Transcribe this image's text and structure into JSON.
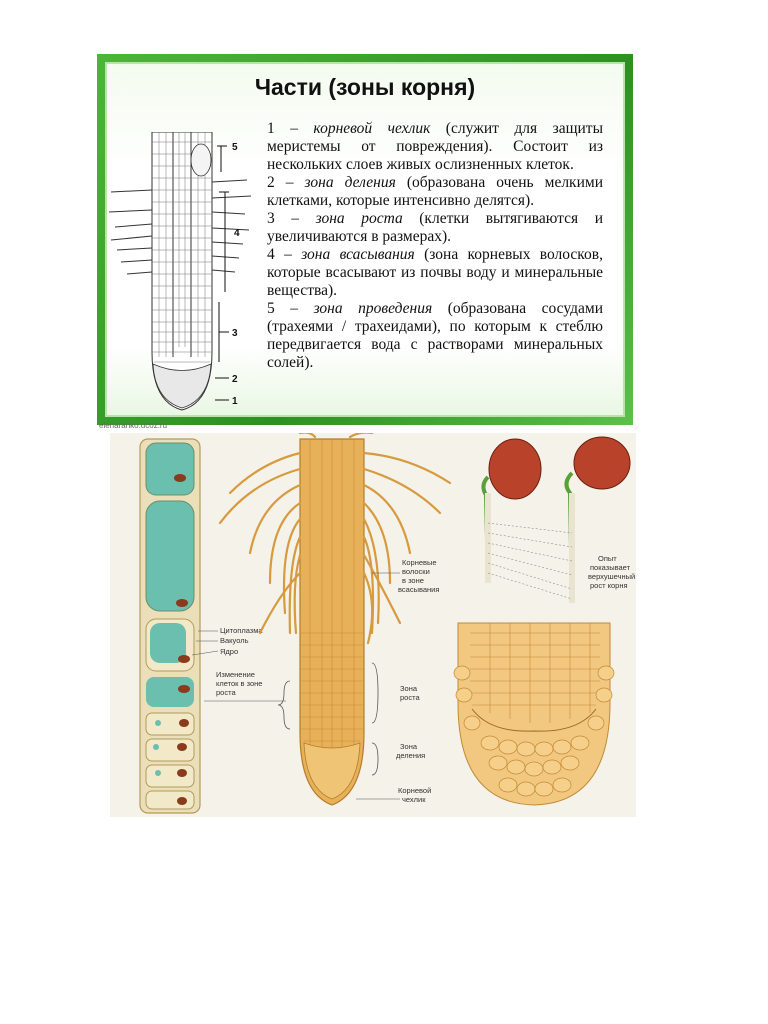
{
  "slide": {
    "title": "Части (зоны корня)",
    "diagram_numbers": [
      "5",
      "4",
      "3",
      "2",
      "1"
    ],
    "items": [
      {
        "num": "1 – ",
        "term": "корневой чехлик",
        "desc": " (служит для защиты меристемы от повреждения). Состоит из нескольких слоев живых ослизненных клеток."
      },
      {
        "num": "2 – ",
        "term": "зона деления",
        "desc": " (образована очень мелкими клетками, которые интенсивно делятся)."
      },
      {
        "num": "3 – ",
        "term": "зона роста",
        "desc": " (клетки вытягиваются и увеличиваются в размерах)."
      },
      {
        "num": "4 – ",
        "term": "зона всасывания",
        "desc": " (зона корневых волосков, которые всасывают из почвы воду и минеральные вещества)."
      },
      {
        "num": "5 – ",
        "term": "зона проведения",
        "desc": " (образована сосудами (трахеями / трахеидами), по которым к стеблю передвигается вода с растворами минеральных солей)."
      }
    ],
    "watermark": "elenaranko.ucoz.ru"
  },
  "figure2": {
    "labels": {
      "cytoplasm": "Цитоплазма",
      "vacuole": "Вакуоль",
      "nucleus": "Ядро",
      "growth_change_1": "Изменение",
      "growth_change_2": "клеток в зоне",
      "growth_change_3": "роста",
      "hairs_1": "Корневые",
      "hairs_2": "волоски",
      "hairs_3": "в зоне",
      "hairs_4": "всасывания",
      "growth_zone_1": "Зона",
      "growth_zone_2": "роста",
      "division_zone_1": "Зона",
      "division_zone_2": "деления",
      "cap_1": "Корневой",
      "cap_2": "чехлик",
      "experiment_1": "Опыт",
      "experiment_2": "показывает",
      "experiment_3": "верхушечный",
      "experiment_4": "рост корня"
    }
  },
  "colors": {
    "frame_green": "#3aa12c",
    "root_orange": "#e0a84a",
    "vacuole_teal": "#5fb8a8",
    "nucleus_brown": "#8a3b1c",
    "seed_red": "#b8432a"
  }
}
